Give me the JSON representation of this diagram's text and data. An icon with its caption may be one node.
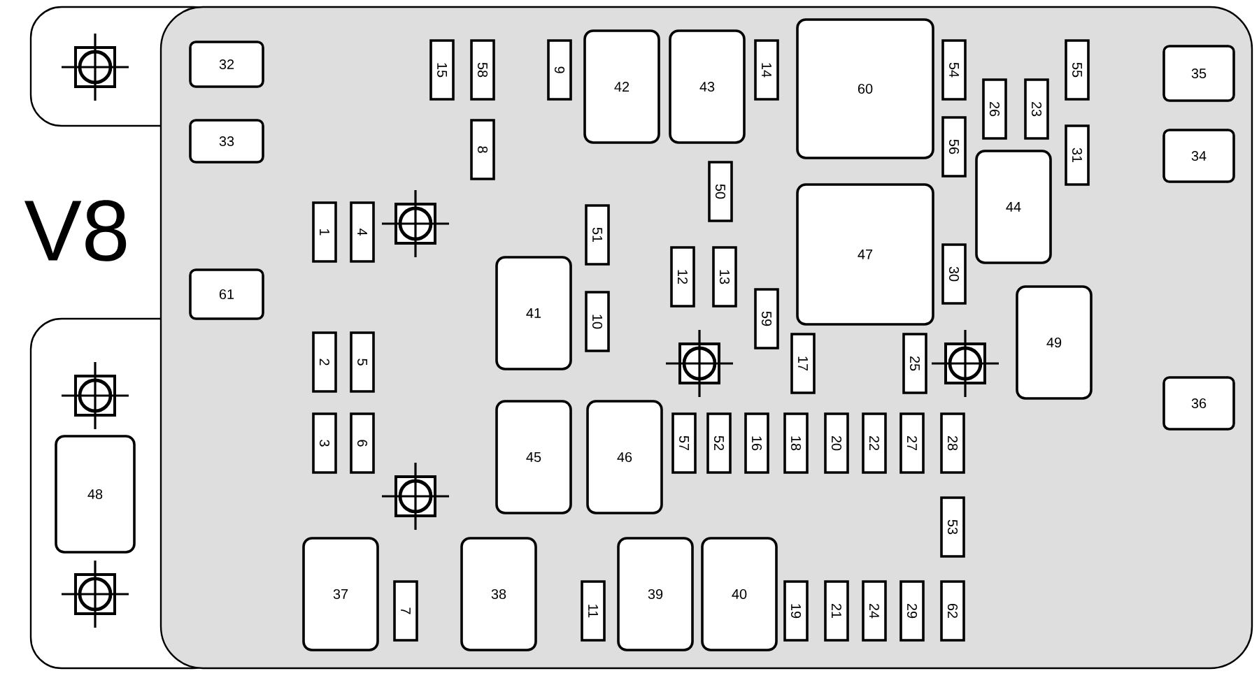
{
  "diagram": {
    "nodes": [
      {
        "text": [
          "32"
        ]
      },
      {
        "text": [
          "15"
        ]
      },
      {
        "text": [
          "58"
        ]
      },
      {
        "text": [
          "9"
        ]
      },
      {
        "text": [
          "42"
        ]
      },
      {
        "text": [
          "43"
        ]
      },
      {
        "text": [
          "14"
        ]
      },
      {
        "text": [
          "60"
        ]
      },
      {
        "text": [
          "54"
        ]
      },
      {
        "text": [
          "26"
        ]
      },
      {
        "text": [
          "23"
        ]
      },
      {
        "text": [
          "55"
        ]
      },
      {
        "text": [
          "35"
        ]
      },
      {
        "text": [
          "56"
        ]
      },
      {
        "text": [
          "31"
        ]
      },
      {
        "text": [
          "33"
        ]
      },
      {
        "text": [
          "8"
        ]
      },
      {
        "text": [
          "44"
        ]
      },
      {
        "text": [
          "34"
        ]
      },
      {
        "text": [
          "50"
        ]
      },
      {
        "text": [
          "1"
        ]
      },
      {
        "text": [
          "4"
        ]
      },
      {
        "text": [
          "51"
        ]
      },
      {
        "text": [
          "47"
        ]
      },
      {
        "text": [
          "12"
        ]
      },
      {
        "text": [
          "13"
        ]
      },
      {
        "text": [
          "30"
        ]
      },
      {
        "text": [
          "61"
        ]
      },
      {
        "text": [
          "41"
        ]
      },
      {
        "text": [
          "10"
        ]
      },
      {
        "text": [
          "59"
        ]
      },
      {
        "text": [
          "49"
        ]
      },
      {
        "text": [
          "17"
        ]
      },
      {
        "text": [
          "25"
        ]
      },
      {
        "text": [
          "2"
        ]
      },
      {
        "text": [
          "5"
        ]
      },
      {
        "text": [
          "36"
        ]
      },
      {
        "text": [
          "3"
        ]
      },
      {
        "text": [
          "6"
        ]
      },
      {
        "text": [
          "45"
        ]
      },
      {
        "text": [
          "46"
        ]
      },
      {
        "text": [
          "57"
        ]
      },
      {
        "text": [
          "52"
        ]
      },
      {
        "text": [
          "16"
        ]
      },
      {
        "text": [
          "18"
        ]
      },
      {
        "text": [
          "20"
        ]
      },
      {
        "text": [
          "22"
        ]
      },
      {
        "text": [
          "27"
        ]
      },
      {
        "text": [
          "28"
        ]
      },
      {
        "text": [
          "48"
        ]
      },
      {
        "text": [
          "53"
        ]
      },
      {
        "text": [
          "37"
        ]
      },
      {
        "text": [
          "7"
        ]
      },
      {
        "text": [
          "38"
        ]
      },
      {
        "text": [
          "11"
        ]
      },
      {
        "text": [
          "39"
        ]
      },
      {
        "text": [
          "40"
        ]
      },
      {
        "text": [
          "19"
        ]
      },
      {
        "text": [
          "21"
        ]
      },
      {
        "text": [
          "24"
        ]
      },
      {
        "text": [
          "29"
        ]
      },
      {
        "text": [
          "62"
        ]
      }
    ],
    "labels": [
      "V8"
    ]
  }
}
